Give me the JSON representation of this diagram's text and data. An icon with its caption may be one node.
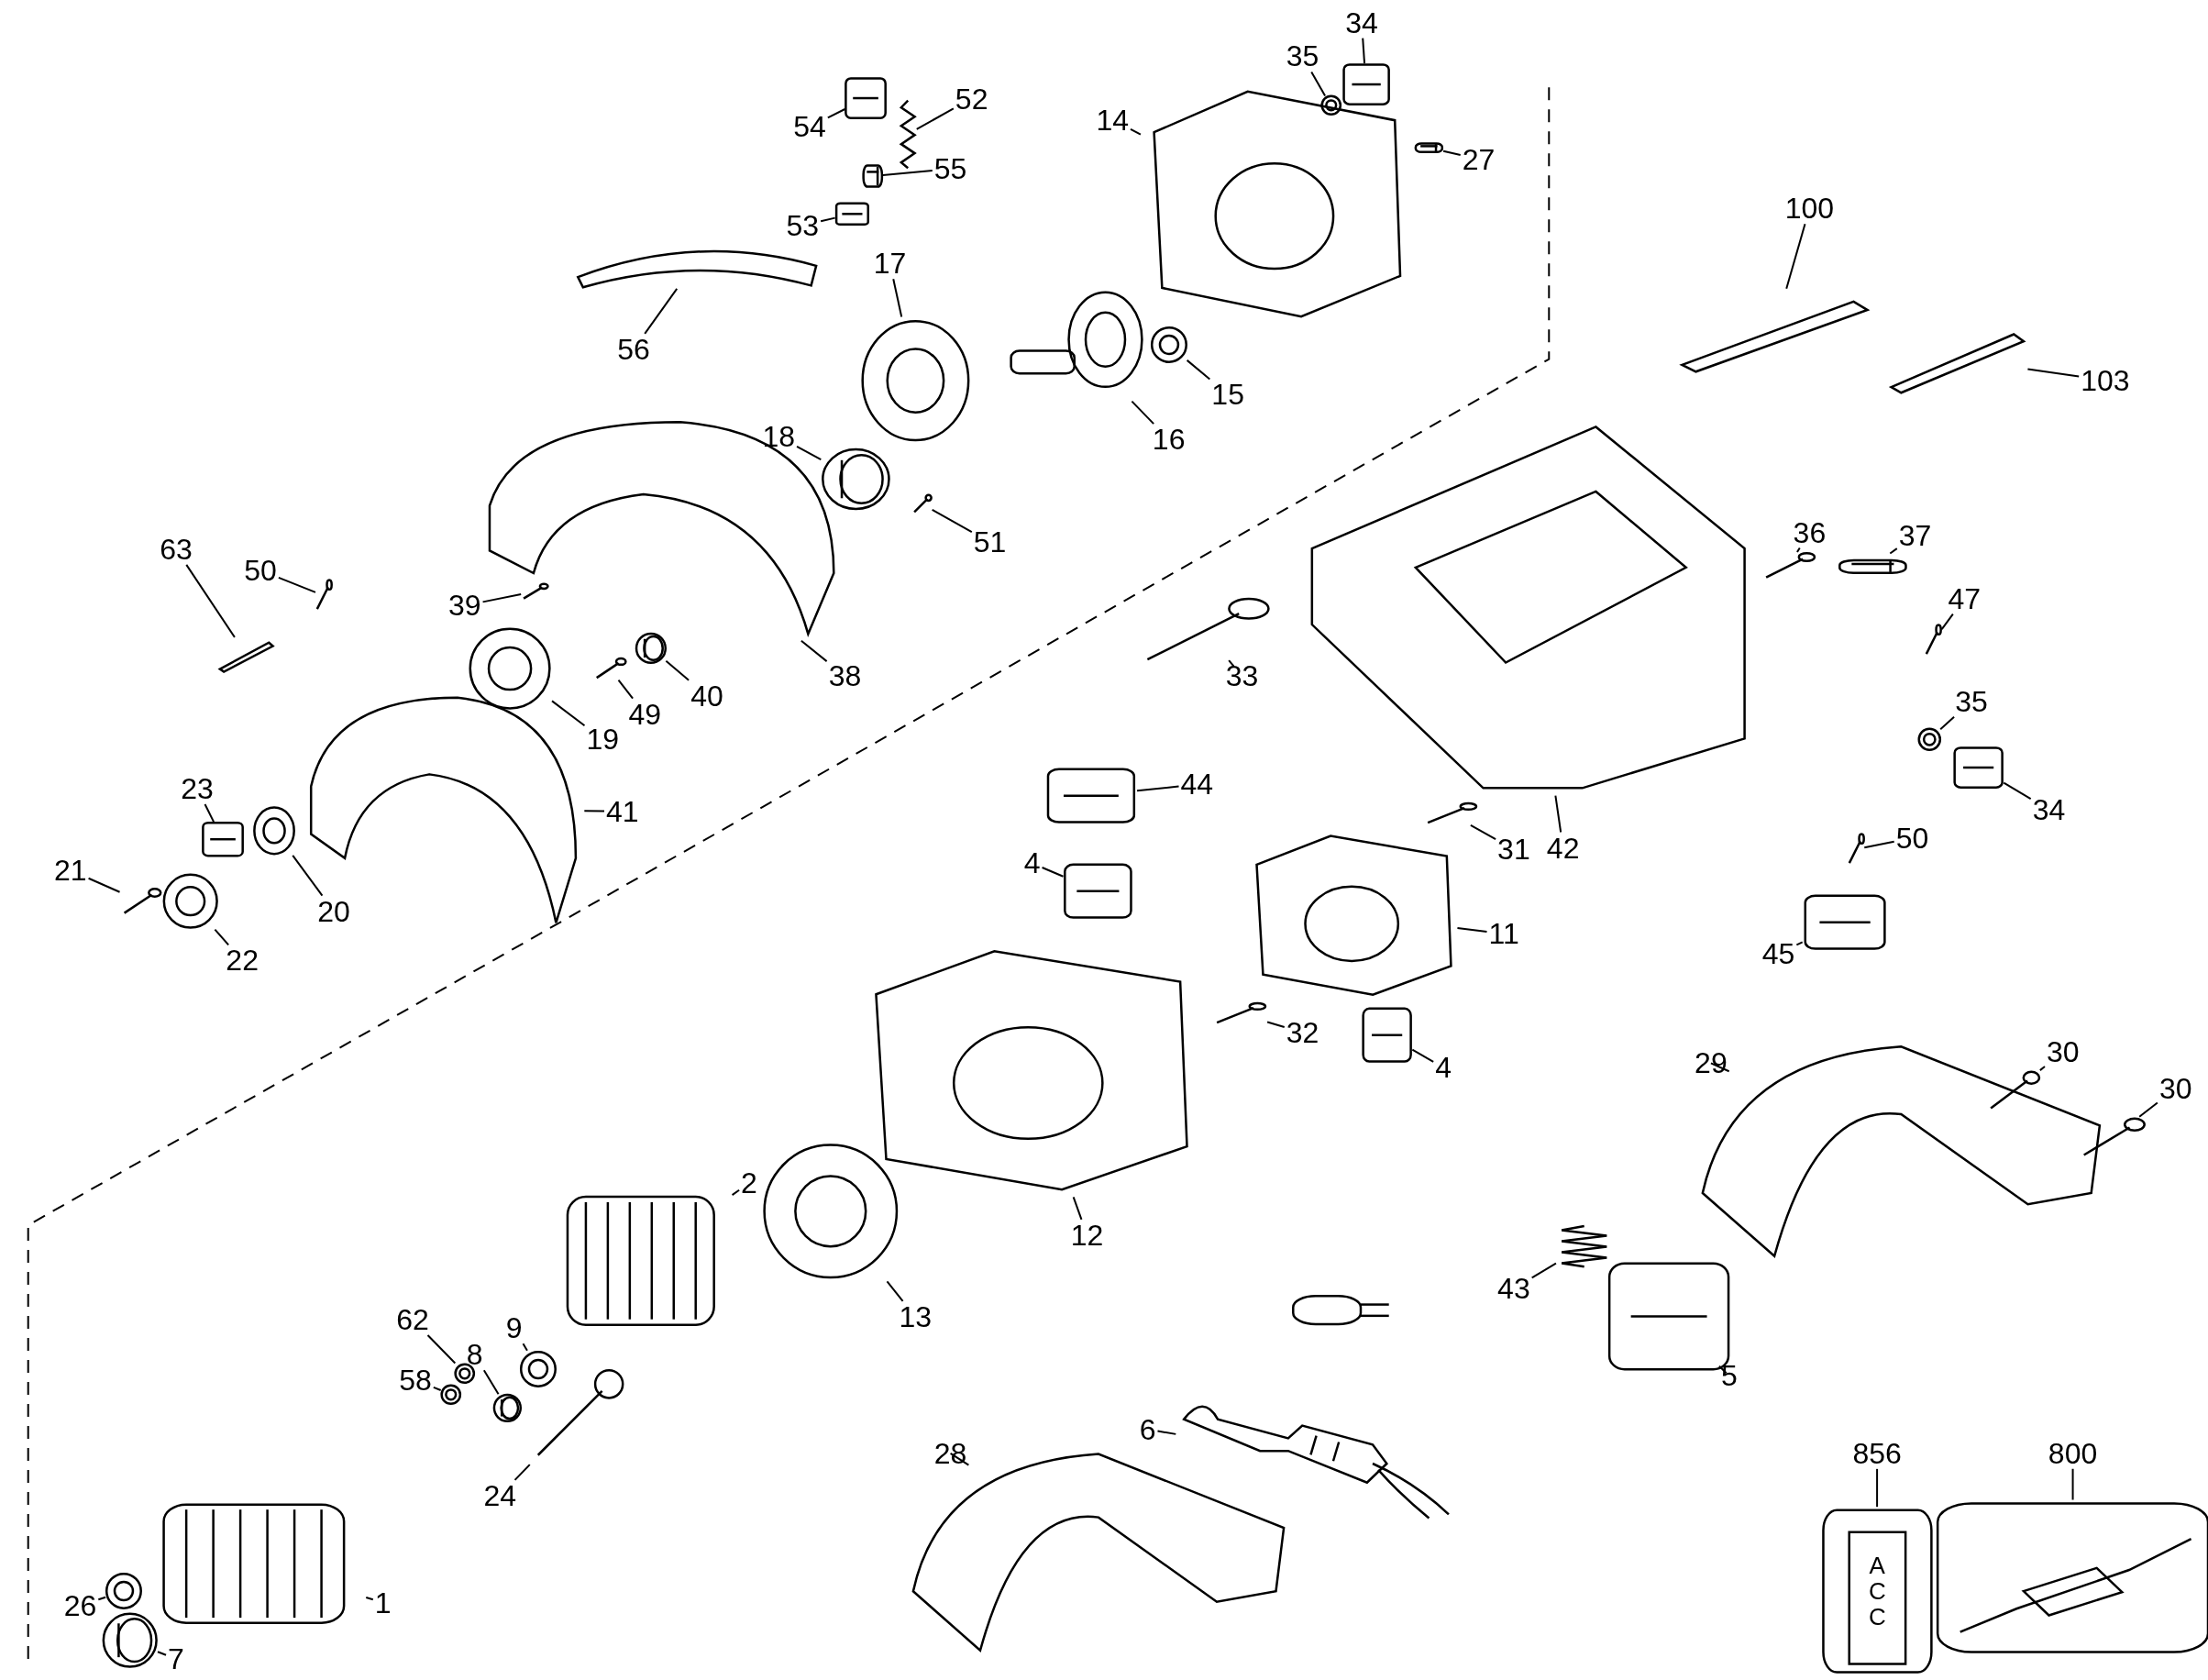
{
  "diagram": {
    "nodes": [
      {
        "text": [
          "34"
        ]
      },
      {
        "text": [],
        "shape": "picture"
      },
      {
        "text": [
          "35"
        ]
      },
      {
        "text": [],
        "shape": "picture"
      },
      {
        "text": [
          "14"
        ]
      },
      {
        "text": [],
        "shape": "picture"
      },
      {
        "text": [
          "27"
        ]
      },
      {
        "text": [],
        "shape": "picture"
      },
      {
        "text": [
          "54"
        ]
      },
      {
        "text": [],
        "shape": "picture"
      },
      {
        "text": [
          "52"
        ]
      },
      {
        "text": [],
        "shape": "picture"
      },
      {
        "text": [
          "55"
        ]
      },
      {
        "text": [],
        "shape": "picture"
      },
      {
        "text": [
          "53"
        ]
      },
      {
        "text": [],
        "shape": "picture"
      },
      {
        "text": [
          "56"
        ]
      },
      {
        "text": [],
        "shape": "picture"
      },
      {
        "text": [
          "100"
        ]
      },
      {
        "text": [],
        "shape": "picture"
      },
      {
        "text": [
          "103"
        ]
      },
      {
        "text": [],
        "shape": "picture"
      },
      {
        "text": [
          "17"
        ]
      },
      {
        "text": [],
        "shape": "picture"
      },
      {
        "text": [
          "15"
        ]
      },
      {
        "text": [],
        "shape": "picture"
      },
      {
        "text": [
          "16"
        ]
      },
      {
        "text": [],
        "shape": "picture"
      },
      {
        "text": [
          "18"
        ]
      },
      {
        "text": [],
        "shape": "picture"
      },
      {
        "text": [
          "51"
        ]
      },
      {
        "text": [],
        "shape": "picture"
      },
      {
        "text": [
          "36"
        ]
      },
      {
        "text": [],
        "shape": "picture"
      },
      {
        "text": [
          "37"
        ]
      },
      {
        "text": [],
        "shape": "picture"
      },
      {
        "text": [
          "47"
        ]
      },
      {
        "text": [],
        "shape": "picture"
      },
      {
        "text": [
          "50"
        ]
      },
      {
        "text": [],
        "shape": "picture"
      },
      {
        "text": [
          "39"
        ]
      },
      {
        "text": [],
        "shape": "picture"
      },
      {
        "text": [
          "63"
        ]
      },
      {
        "text": [],
        "shape": "picture"
      },
      {
        "text": [
          "38"
        ]
      },
      {
        "text": [],
        "shape": "picture"
      },
      {
        "text": [
          "33"
        ]
      },
      {
        "text": [],
        "shape": "picture"
      },
      {
        "text": [
          "49"
        ]
      },
      {
        "text": [],
        "shape": "picture"
      },
      {
        "text": [
          "40"
        ]
      },
      {
        "text": [],
        "shape": "picture"
      },
      {
        "text": [
          "19"
        ]
      },
      {
        "text": [],
        "shape": "picture"
      },
      {
        "text": [
          "41"
        ]
      },
      {
        "text": [],
        "shape": "picture"
      },
      {
        "text": [
          "23"
        ]
      },
      {
        "text": [],
        "shape": "picture"
      },
      {
        "text": [
          "21"
        ]
      },
      {
        "text": [],
        "shape": "picture"
      },
      {
        "text": [
          "20"
        ]
      },
      {
        "text": [],
        "shape": "picture"
      },
      {
        "text": [
          "22"
        ]
      },
      {
        "text": [],
        "shape": "picture"
      },
      {
        "text": [
          "35"
        ]
      },
      {
        "text": [],
        "shape": "picture"
      },
      {
        "text": [
          "34"
        ]
      },
      {
        "text": [],
        "shape": "picture"
      },
      {
        "text": [
          "44"
        ]
      },
      {
        "text": [],
        "shape": "picture"
      },
      {
        "text": [
          "31"
        ]
      },
      {
        "text": [],
        "shape": "picture"
      },
      {
        "text": [
          "42"
        ]
      },
      {
        "text": [],
        "shape": "picture"
      },
      {
        "text": [
          "4"
        ]
      },
      {
        "text": [],
        "shape": "picture"
      },
      {
        "text": [
          "11"
        ]
      },
      {
        "text": [],
        "shape": "picture"
      },
      {
        "text": [
          "50"
        ]
      },
      {
        "text": [],
        "shape": "picture"
      },
      {
        "text": [
          "45"
        ]
      },
      {
        "text": [],
        "shape": "picture"
      },
      {
        "text": [
          "32"
        ]
      },
      {
        "text": [],
        "shape": "picture"
      },
      {
        "text": [
          "4"
        ]
      },
      {
        "text": [],
        "shape": "picture"
      },
      {
        "text": [
          "30"
        ]
      },
      {
        "text": [],
        "shape": "picture"
      },
      {
        "text": [
          "29"
        ]
      },
      {
        "text": [],
        "shape": "picture"
      },
      {
        "text": [
          "30"
        ]
      },
      {
        "text": [],
        "shape": "picture"
      },
      {
        "text": [
          "2"
        ]
      },
      {
        "text": [],
        "shape": "picture"
      },
      {
        "text": [
          "12"
        ]
      },
      {
        "text": [],
        "shape": "picture"
      },
      {
        "text": [
          "13"
        ]
      },
      {
        "text": [],
        "shape": "picture"
      },
      {
        "text": [
          "62"
        ]
      },
      {
        "text": [],
        "shape": "picture"
      },
      {
        "text": [
          "9"
        ]
      },
      {
        "text": [],
        "shape": "picture"
      },
      {
        "text": [
          "8"
        ]
      },
      {
        "text": [],
        "shape": "picture"
      },
      {
        "text": [
          "58"
        ]
      },
      {
        "text": [],
        "shape": "picture"
      },
      {
        "text": [
          "24"
        ]
      },
      {
        "text": [],
        "shape": "picture"
      },
      {
        "text": [
          "6"
        ]
      },
      {
        "text": [],
        "shape": "picture"
      },
      {
        "text": [
          "43"
        ]
      },
      {
        "text": [],
        "shape": "picture"
      },
      {
        "text": [
          "5"
        ]
      },
      {
        "text": [],
        "shape": "picture"
      },
      {
        "text": [
          "28"
        ]
      },
      {
        "text": [],
        "shape": "picture"
      },
      {
        "text": [
          "26"
        ]
      },
      {
        "text": [],
        "shape": "picture"
      },
      {
        "text": [
          "1"
        ]
      },
      {
        "text": [],
        "shape": "picture"
      },
      {
        "text": [
          "7"
        ]
      },
      {
        "text": [],
        "shape": "picture"
      },
      {
        "text": [
          "856"
        ]
      },
      {
        "text": [],
        "shape": "picture"
      },
      {
        "text": [
          "800"
        ]
      },
      {
        "text": [],
        "shape": "picture"
      },
      {
        "text": [],
        "shape": "picture"
      }
    ],
    "edges": [
      {
        "from": 0,
        "to": 1,
        "arrow": "none"
      },
      {
        "from": 2,
        "to": 3,
        "arrow": "none"
      },
      {
        "from": 4,
        "to": 5,
        "arrow": "none"
      },
      {
        "from": 6,
        "to": 7,
        "arrow": "none"
      },
      {
        "from": 8,
        "to": 9,
        "arrow": "none"
      },
      {
        "from": 10,
        "to": 11,
        "arrow": "none"
      },
      {
        "from": 12,
        "to": 13,
        "arrow": "none"
      },
      {
        "from": 14,
        "to": 15,
        "arrow": "none"
      },
      {
        "from": 16,
        "to": 17,
        "arrow": "none"
      },
      {
        "from": 18,
        "to": 19,
        "arrow": "none"
      },
      {
        "from": 20,
        "to": 21,
        "arrow": "none"
      },
      {
        "from": 22,
        "to": 23,
        "arrow": "none"
      },
      {
        "from": 24,
        "to": 25,
        "arrow": "none"
      },
      {
        "from": 26,
        "to": 27,
        "arrow": "none"
      },
      {
        "from": 28,
        "to": 29,
        "arrow": "none"
      },
      {
        "from": 30,
        "to": 31,
        "arrow": "none"
      },
      {
        "from": 32,
        "to": 33,
        "arrow": "none"
      },
      {
        "from": 34,
        "to": 35,
        "arrow": "none"
      },
      {
        "from": 36,
        "to": 37,
        "arrow": "none"
      },
      {
        "from": 38,
        "to": 39,
        "arrow": "none"
      },
      {
        "from": 40,
        "to": 41,
        "arrow": "none"
      },
      {
        "from": 42,
        "to": 43,
        "arrow": "none"
      },
      {
        "from": 44,
        "to": 45,
        "arrow": "none"
      },
      {
        "from": 46,
        "to": 47,
        "arrow": "none"
      },
      {
        "from": 48,
        "to": 49,
        "arrow": "none"
      },
      {
        "from": 50,
        "to": 51,
        "arrow": "none"
      },
      {
        "from": 52,
        "to": 53,
        "arrow": "none"
      },
      {
        "from": 54,
        "to": 55,
        "arrow": "none"
      },
      {
        "from": 56,
        "to": 57,
        "arrow": "none"
      },
      {
        "from": 58,
        "to": 59,
        "arrow": "none"
      },
      {
        "from": 60,
        "to": 61,
        "arrow": "none"
      },
      {
        "from": 62,
        "to": 63,
        "arrow": "none"
      },
      {
        "from": 64,
        "to": 65,
        "arrow": "none"
      },
      {
        "from": 66,
        "to": 67,
        "arrow": "none"
      },
      {
        "from": 68,
        "to": 69,
        "arrow": "none"
      },
      {
        "from": 70,
        "to": 71,
        "arrow": "none"
      },
      {
        "from": 72,
        "to": 73,
        "arrow": "none"
      },
      {
        "from": 74,
        "to": 75,
        "arrow": "none"
      },
      {
        "from": 76,
        "to": 77,
        "arrow": "none"
      },
      {
        "from": 78,
        "to": 79,
        "arrow": "none"
      },
      {
        "from": 80,
        "to": 81,
        "arrow": "none"
      },
      {
        "from": 82,
        "to": 83,
        "arrow": "none"
      },
      {
        "from": 84,
        "to": 85,
        "arrow": "none"
      },
      {
        "from": 86,
        "to": 87,
        "arrow": "none"
      },
      {
        "from": 88,
        "to": 89,
        "arrow": "none"
      },
      {
        "from": 90,
        "to": 91,
        "arrow": "none"
      },
      {
        "from": 92,
        "to": 93,
        "arrow": "none"
      },
      {
        "from": 94,
        "to": 95,
        "arrow": "none"
      },
      {
        "from": 96,
        "to": 97,
        "arrow": "none"
      },
      {
        "from": 98,
        "to": 99,
        "arrow": "none"
      },
      {
        "from": 100,
        "to": 101,
        "arrow": "none"
      },
      {
        "from": 102,
        "to": 103,
        "arrow": "none"
      },
      {
        "from": 104,
        "to": 105,
        "arrow": "none"
      },
      {
        "from": 106,
        "to": 107,
        "arrow": "none"
      },
      {
        "from": 108,
        "to": 109,
        "arrow": "none"
      },
      {
        "from": 110,
        "to": 111,
        "arrow": "none"
      },
      {
        "from": 112,
        "to": 113,
        "arrow": "none"
      },
      {
        "from": 114,
        "to": 115,
        "arrow": "none"
      },
      {
        "from": 116,
        "to": 117,
        "arrow": "none"
      },
      {
        "from": 118,
        "to": 119,
        "arrow": "none"
      },
      {
        "from": 120,
        "to": 121,
        "arrow": "none"
      },
      {
        "from": 122,
        "to": 123,
        "arrow": "none"
      },
      {
        "from": 124,
        "to": 125,
        "arrow": "none"
      }
    ],
    "labels": [
      "ACC"
    ]
  }
}
